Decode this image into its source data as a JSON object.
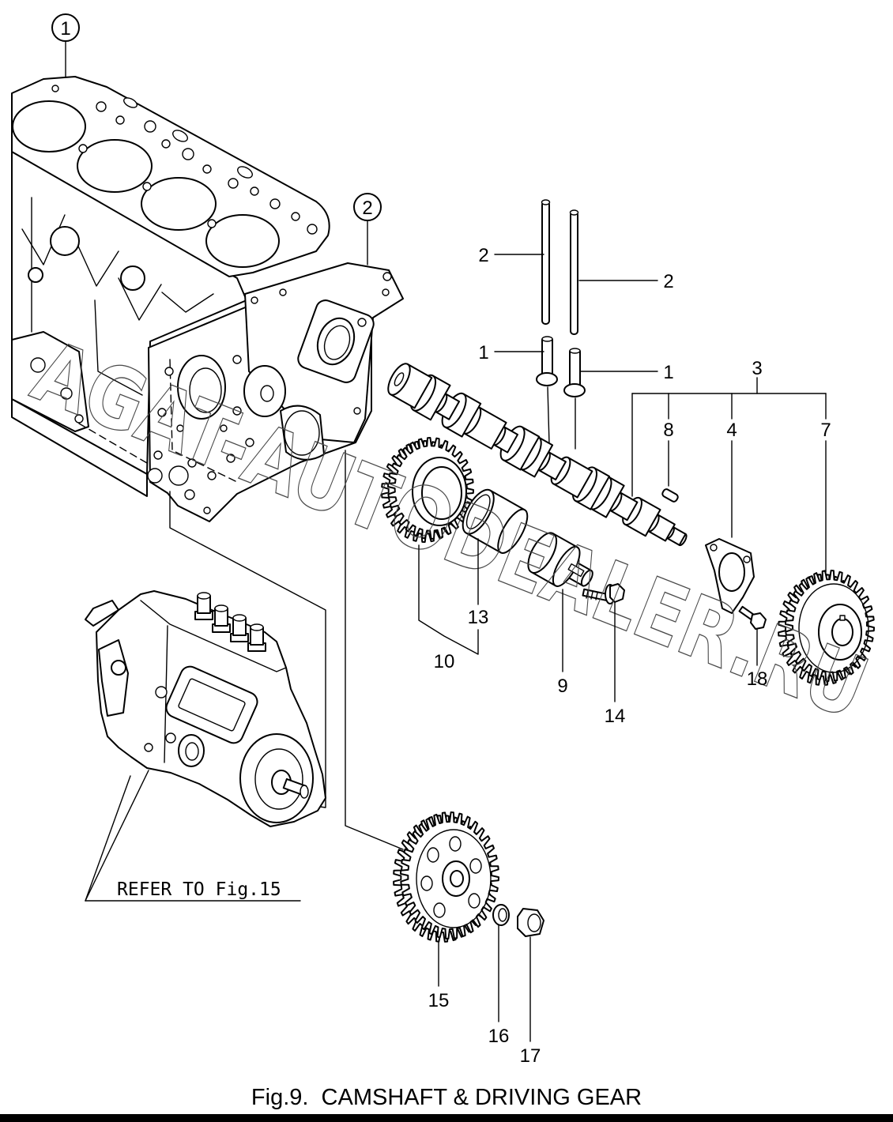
{
  "figure": {
    "caption": "Fig.9.  CAMSHAFT & DRIVING GEAR",
    "reference_note": "REFER TO Fig.15",
    "watermark": "AGAT-AUTODEALER.RU"
  },
  "group_callouts": [
    "1",
    "2"
  ],
  "part_labels": [
    "2",
    "2",
    "1",
    "1",
    "3",
    "8",
    "4",
    "7",
    "13",
    "10",
    "9",
    "14",
    "18",
    "15",
    "16",
    "17"
  ],
  "colors": {
    "ink": "#000000",
    "paper": "#ffffff",
    "watermark_outline": "#4a4a4a"
  }
}
